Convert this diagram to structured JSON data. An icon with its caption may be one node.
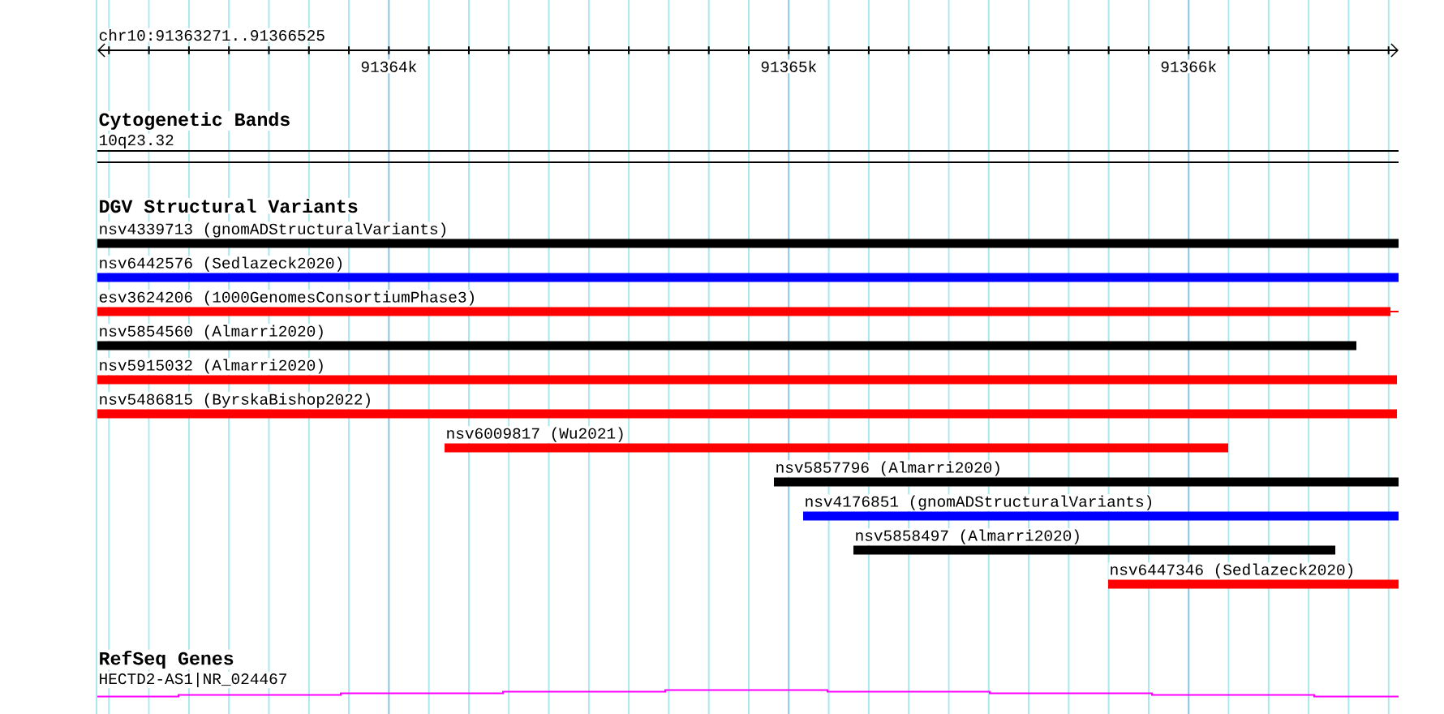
{
  "diagram": {
    "nodes": [
      {
        "text": [
          "10q23.32"
        ]
      },
      {
        "text": [
          "nsv4339713 (gnomADStructuralVariants)"
        ]
      },
      {
        "text": [
          "nsv6442576 (Sedlazeck2020)"
        ]
      },
      {
        "text": [
          "esv3624206 (1000GenomesConsortiumPhase3)"
        ]
      },
      {
        "text": [
          "nsv5854560 (Almarri2020)"
        ]
      },
      {
        "text": [
          "nsv5915032 (Almarri2020)"
        ]
      },
      {
        "text": [
          "nsv5486815 (ByrskaBishop2022)"
        ]
      },
      {
        "text": [
          "nsv6009817 (Wu2021)"
        ]
      },
      {
        "text": [
          "nsv5857796 (Almarri2020)"
        ]
      },
      {
        "text": [
          "nsv4176851 (gnomADStructuralVariants)"
        ]
      },
      {
        "text": [
          "nsv5858497 (Almarri2020)"
        ]
      },
      {
        "text": [
          "nsv6447346 (Sedlazeck2020)"
        ]
      },
      {
        "text": [
          "HECTD2-AS1|NR_024467"
        ]
      }
    ],
    "labels": [
      "chr10:91363271..91366525",
      "91364k",
      "91365k",
      "91366k",
      "Cytogenetic Bands",
      "DGV Structural Variants",
      "RefSeq Genes"
    ]
  }
}
